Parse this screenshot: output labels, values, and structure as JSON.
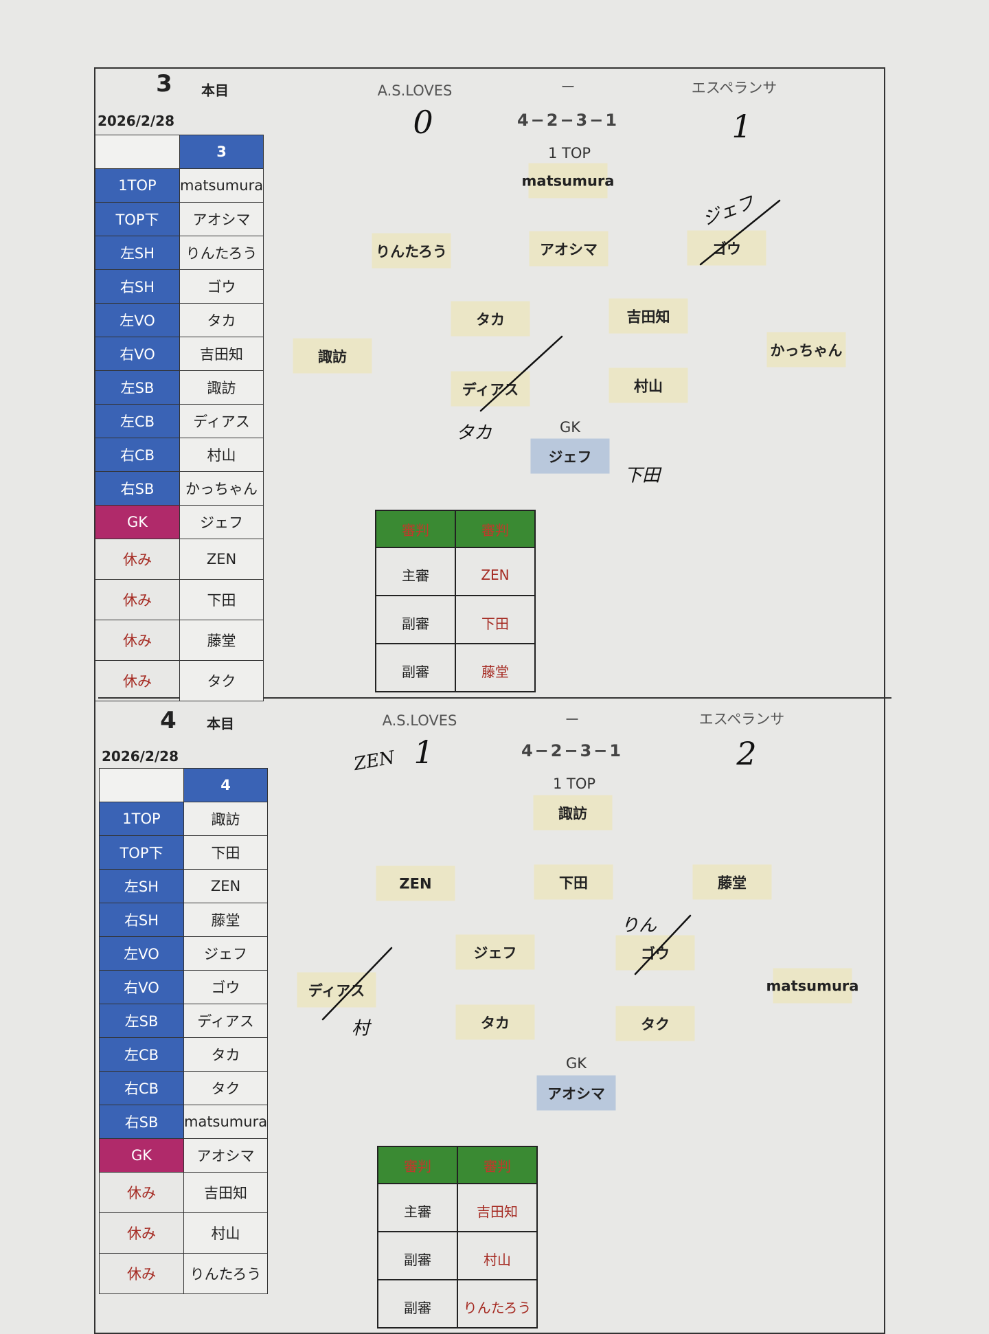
{
  "sections": [
    {
      "game_number": "3",
      "game_suffix": "本目",
      "date": "2026/2/28",
      "home_team": "A.S.LOVES",
      "home_score": "0",
      "separator": "ー",
      "away_team": "エスペランサ",
      "away_score": "1",
      "formation": "4−2−3−1",
      "top_label": "1 TOP",
      "gk_label": "GK",
      "roster": {
        "header": "3",
        "rows": [
          {
            "pos": "1TOP",
            "name": "matsumura"
          },
          {
            "pos": "TOP下",
            "name": "アオシマ"
          },
          {
            "pos": "左SH",
            "name": "りんたろう"
          },
          {
            "pos": "右SH",
            "name": "ゴウ"
          },
          {
            "pos": "左VO",
            "name": "タカ"
          },
          {
            "pos": "右VO",
            "name": "吉田知"
          },
          {
            "pos": "左SB",
            "name": "諏訪"
          },
          {
            "pos": "左CB",
            "name": "ディアス"
          },
          {
            "pos": "右CB",
            "name": "村山"
          },
          {
            "pos": "右SB",
            "name": "かっちゃん"
          },
          {
            "pos": "GK",
            "name": "ジェフ"
          }
        ],
        "rest": [
          {
            "label": "休み",
            "name": "ZEN"
          },
          {
            "label": "休み",
            "name": "下田"
          },
          {
            "label": "休み",
            "name": "藤堂"
          },
          {
            "label": "休み",
            "name": "タク"
          }
        ]
      },
      "pitch": [
        {
          "role": "top",
          "name": "matsumura"
        },
        {
          "role": "am_l",
          "name": "りんたろう"
        },
        {
          "role": "am_c",
          "name": "アオシマ"
        },
        {
          "role": "am_r",
          "name": "ゴウ"
        },
        {
          "role": "dm_l",
          "name": "タカ"
        },
        {
          "role": "dm_r",
          "name": "吉田知"
        },
        {
          "role": "lb",
          "name": "諏訪"
        },
        {
          "role": "rb",
          "name": "かっちゃん"
        },
        {
          "role": "cb_l",
          "name": "ディアス"
        },
        {
          "role": "cb_r",
          "name": "村山"
        },
        {
          "role": "gk",
          "name": "ジェフ"
        }
      ],
      "referees": {
        "headers": [
          "審判",
          "審判"
        ],
        "rows": [
          {
            "role": "主審",
            "name": "ZEN"
          },
          {
            "role": "副審",
            "name": "下田"
          },
          {
            "role": "副審",
            "name": "藤堂"
          }
        ]
      },
      "notes": [
        "ジェフ",
        "タカ",
        "下田"
      ]
    },
    {
      "game_number": "4",
      "game_suffix": "本目",
      "date": "2026/2/28",
      "home_team": "A.S.LOVES",
      "home_score": "1",
      "separator": "ー",
      "away_team": "エスペランサ",
      "away_score": "2",
      "formation": "4−2−3−1",
      "top_label": "1 TOP",
      "gk_label": "GK",
      "roster": {
        "header": "4",
        "rows": [
          {
            "pos": "1TOP",
            "name": "諏訪"
          },
          {
            "pos": "TOP下",
            "name": "下田"
          },
          {
            "pos": "左SH",
            "name": "ZEN"
          },
          {
            "pos": "右SH",
            "name": "藤堂"
          },
          {
            "pos": "左VO",
            "name": "ジェフ"
          },
          {
            "pos": "右VO",
            "name": "ゴウ"
          },
          {
            "pos": "左SB",
            "name": "ディアス"
          },
          {
            "pos": "左CB",
            "name": "タカ"
          },
          {
            "pos": "右CB",
            "name": "タク"
          },
          {
            "pos": "右SB",
            "name": "matsumura"
          },
          {
            "pos": "GK",
            "name": "アオシマ"
          }
        ],
        "rest": [
          {
            "label": "休み",
            "name": "吉田知"
          },
          {
            "label": "休み",
            "name": "村山"
          },
          {
            "label": "休み",
            "name": "りんたろう"
          }
        ]
      },
      "pitch": [
        {
          "role": "top",
          "name": "諏訪"
        },
        {
          "role": "am_l",
          "name": "ZEN"
        },
        {
          "role": "am_c",
          "name": "下田"
        },
        {
          "role": "am_r",
          "name": "藤堂"
        },
        {
          "role": "dm_l",
          "name": "ジェフ"
        },
        {
          "role": "dm_r",
          "name": "ゴウ"
        },
        {
          "role": "lb",
          "name": "ディアス"
        },
        {
          "role": "rb",
          "name": "matsumura"
        },
        {
          "role": "cb_l",
          "name": "タカ"
        },
        {
          "role": "cb_r",
          "name": "タク"
        },
        {
          "role": "gk",
          "name": "アオシマ"
        }
      ],
      "referees": {
        "headers": [
          "審判",
          "審判"
        ],
        "rows": [
          {
            "role": "主審",
            "name": "吉田知"
          },
          {
            "role": "副審",
            "name": "村山"
          },
          {
            "role": "副審",
            "name": "りんたろう"
          }
        ]
      },
      "notes": [
        "ZEN",
        "りん",
        "村"
      ]
    }
  ]
}
